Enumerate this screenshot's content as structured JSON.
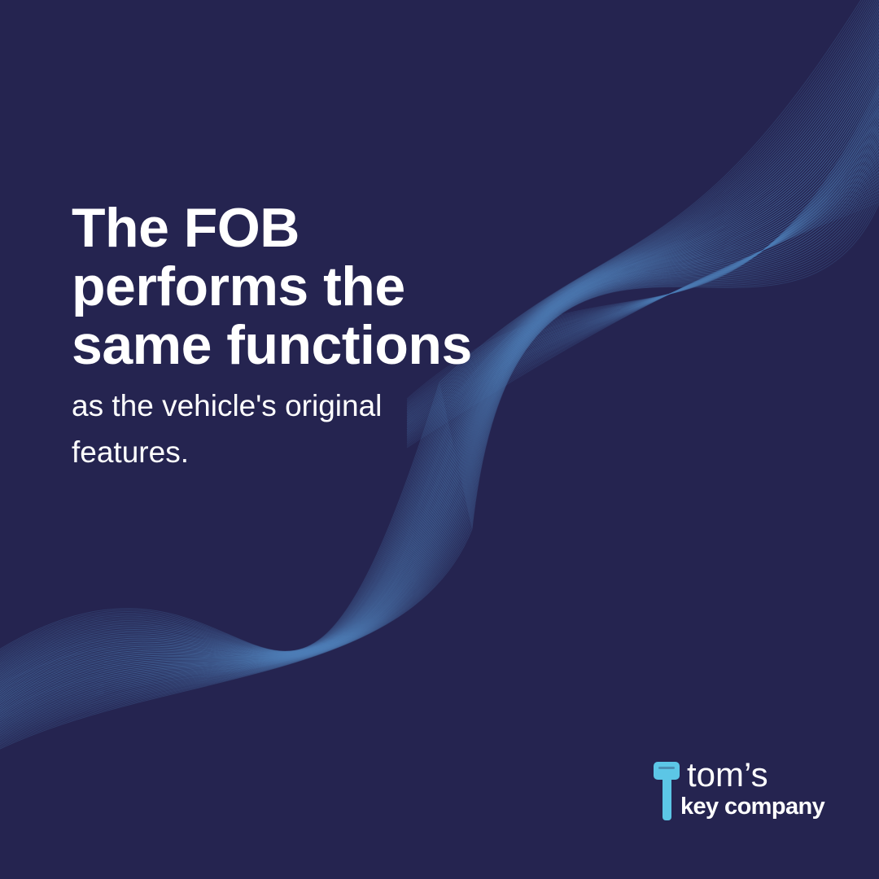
{
  "colors": {
    "background": "#252450",
    "text": "#ffffff",
    "wave_lines": "#4f7fb8",
    "logo_accent": "#5cc6e6"
  },
  "headline": {
    "lines": [
      "The FOB",
      "performs the",
      "same functions"
    ]
  },
  "subline": {
    "lines": [
      "as the vehicle's original",
      "features."
    ]
  },
  "logo": {
    "line1": "tom’s",
    "line2": "key company",
    "icon": "key-icon"
  }
}
